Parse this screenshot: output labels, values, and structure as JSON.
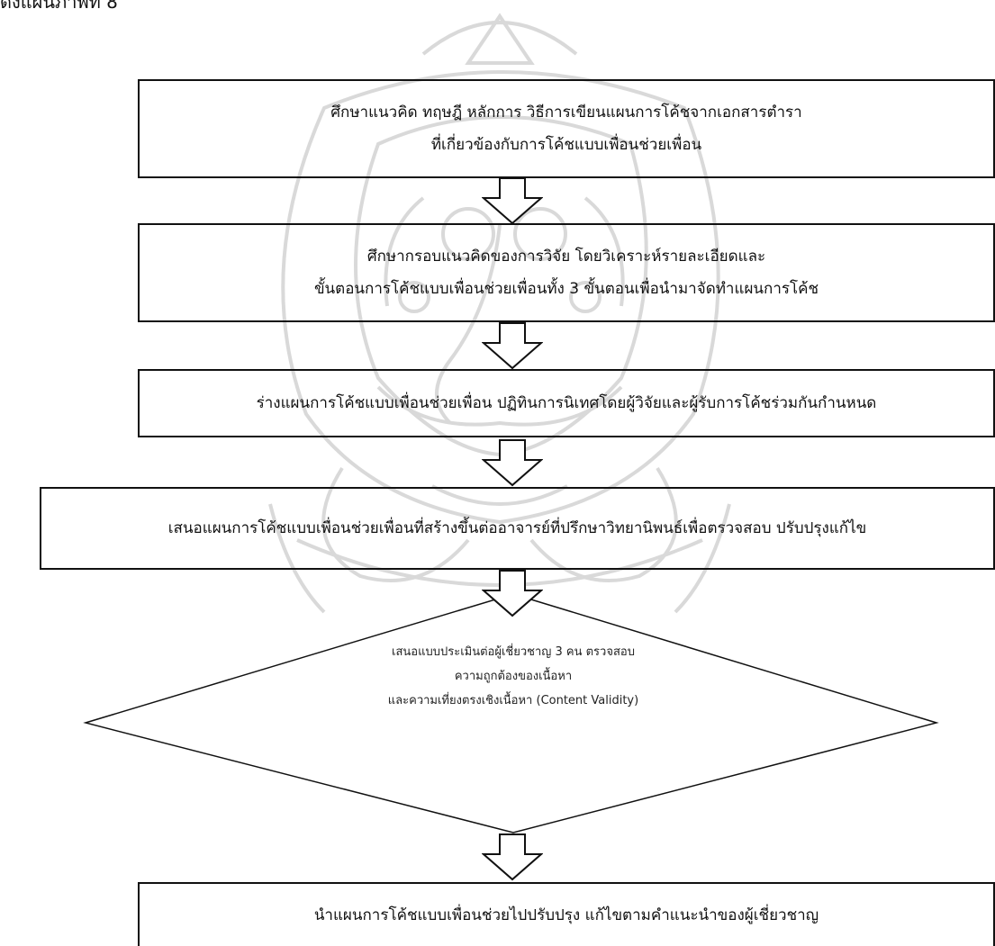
{
  "heading": "ดังแผนภาพที่ 8",
  "boxes": [
    {
      "lines": [
        "ศึกษาแนวคิด ทฤษฎี หลักการ วิธีการเขียนแผนการโค้ชจากเอกสารตำรา",
        "ที่เกี่ยวข้องกับการโค้ชแบบเพื่อนช่วยเพื่อน"
      ]
    },
    {
      "lines": [
        "ศึกษากรอบแนวคิดของการวิจัย โดยวิเคราะห์รายละเอียดและ",
        "ขั้นตอนการโค้ชแบบเพื่อนช่วยเพื่อนทั้ง 3 ขั้นตอนเพื่อนำมาจัดทำแผนการโค้ช"
      ]
    },
    {
      "lines": [
        "ร่างแผนการโค้ชแบบเพื่อนช่วยเพื่อน ปฏิทินการนิเทศโดยผู้วิจัยและผู้รับการโค้ชร่วมกันกำนหนด"
      ]
    },
    {
      "lines": [
        "เสนอแผนการโค้ชแบบเพื่อนช่วยเพื่อนที่สร้างขึ้นต่ออาจารย์ที่ปรึกษาวิทยานิพนธ์เพื่อตรวจสอบ ปรับปรุงแก้ไข"
      ]
    }
  ],
  "decision": {
    "lines": [
      "เสนอแบบประเมินต่อผู้เชี่ยวชาญ 3 คน ตรวจสอบ",
      "ความถูกต้องของเนื้อหา",
      "และความเที่ยงตรงเชิงเนื้อหา (Content Validity)"
    ]
  },
  "final_box": {
    "lines": [
      "นำแผนการโค้ชแบบเพื่อนช่วยไปปรับปรุง แก้ไขตามคำแนะนำของผู้เชี่ยวชาญ"
    ]
  },
  "colors": {
    "stroke": "#111111",
    "watermark": "#d9d9d9"
  },
  "watermark_icon": "university-seal-ganesha-watermark"
}
